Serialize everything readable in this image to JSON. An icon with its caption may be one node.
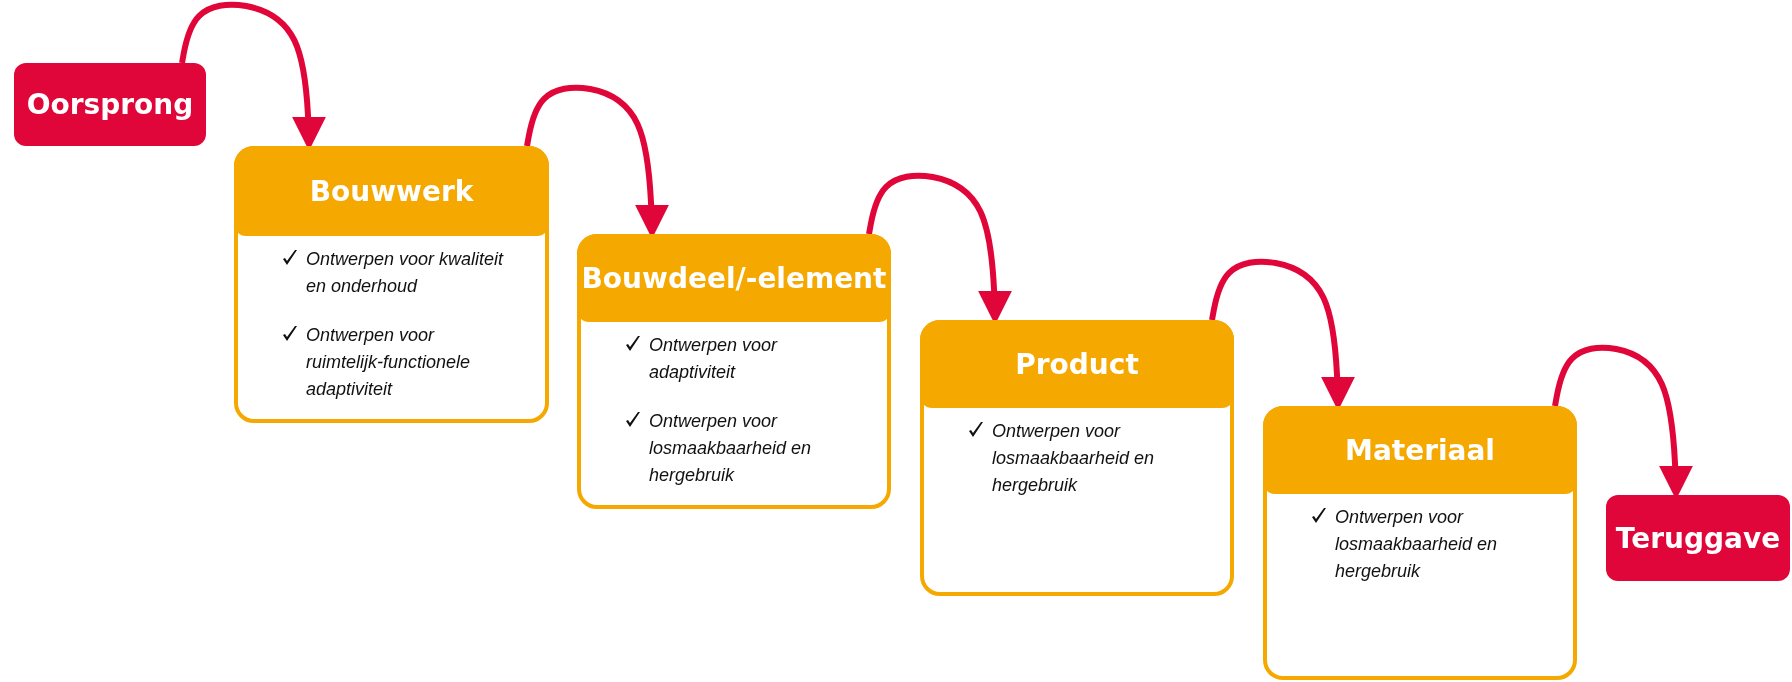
{
  "diagram": {
    "nodes": [
      {
        "text": [
          "Oorsprong"
        ]
      },
      {
        "text": [
          "Bouwwerk",
          "Ontwerpen voor kwaliteit en onderhoud",
          "Ontwerpen voor ruimtelijk-functionele adaptiviteit"
        ]
      },
      {
        "text": [
          "Bouwdeel/-element",
          "Ontwerpen voor adaptiviteit",
          "Ontwerpen voor losmaakbaarheid en hergebruik"
        ]
      },
      {
        "text": [
          "Product",
          "Ontwerpen voor losmaakbaarheid en hergebruik"
        ]
      },
      {
        "text": [
          "Materiaal",
          "Ontwerpen voor losmaakbaarheid en hergebruik"
        ]
      },
      {
        "text": [
          "Teruggave"
        ]
      }
    ],
    "edges": [
      {
        "from": 0,
        "to": 1,
        "arrow": "to"
      },
      {
        "from": 1,
        "to": 2,
        "arrow": "to"
      },
      {
        "from": 2,
        "to": 3,
        "arrow": "to"
      },
      {
        "from": 3,
        "to": 4,
        "arrow": "to"
      },
      {
        "from": 4,
        "to": 5,
        "arrow": "to"
      }
    ]
  }
}
